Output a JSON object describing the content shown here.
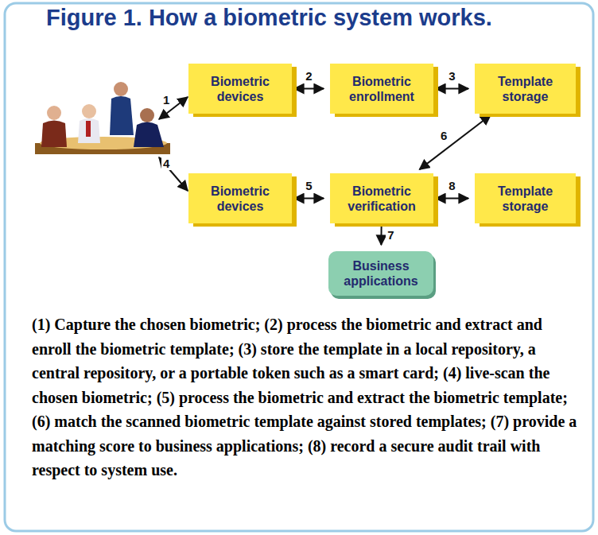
{
  "diagram": {
    "title": "Figure 1. How a biometric system works.",
    "caption": "(1) Capture the chosen biometric; (2) process the biometric and extract and enroll the biometric template; (3) store the template in a local repository, a central repository, or a portable token such as a smart card; (4) live-scan the chosen biometric; (5) process the biometric and extract the biometric template; (6) match the scanned biometric template against stored templates; (7) provide a matching score to business applications; (8) record a secure audit trail with respect to system use.",
    "nodes": [
      {
        "text": [
          "Biometric devices"
        ]
      },
      {
        "text": [
          "Biometric enrollment"
        ]
      },
      {
        "text": [
          "Template storage"
        ]
      },
      {
        "text": [
          "Biometric devices"
        ]
      },
      {
        "text": [
          "Biometric verification"
        ]
      },
      {
        "text": [
          "Template storage"
        ]
      },
      {
        "text": [
          "Business applications"
        ]
      }
    ],
    "edges": [
      {
        "from": 0,
        "to": 1,
        "label": "2",
        "arrow": "both"
      },
      {
        "from": 1,
        "to": 2,
        "label": "3",
        "arrow": "both"
      },
      {
        "from": 2,
        "to": 4,
        "label": "6",
        "arrow": "both"
      },
      {
        "from": 3,
        "to": 4,
        "label": "5",
        "arrow": "both"
      },
      {
        "from": 4,
        "to": 5,
        "label": "8",
        "arrow": "both"
      },
      {
        "from": 4,
        "to": 6,
        "label": "7",
        "arrow": "to"
      }
    ],
    "labels": [
      "1",
      "4"
    ]
  }
}
